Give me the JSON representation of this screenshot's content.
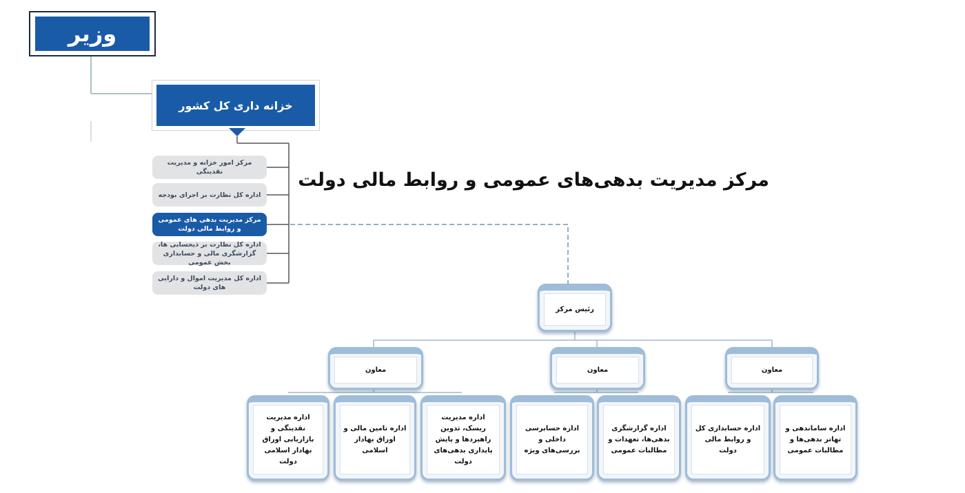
{
  "minister": {
    "label": "وزیر"
  },
  "treasury": {
    "label": "خزانه داری کل کشور"
  },
  "treasury_units": [
    {
      "label": "مرکز امور خزانه و مدیریت نقدینگی",
      "active": false
    },
    {
      "label": "اداره کل نظارت بر اجرای بودجه",
      "active": false
    },
    {
      "label": "مرکز مدیریت بدهی های عمومی و روابط مالی دولت",
      "active": true
    },
    {
      "label": "اداره کل نظارت بر ذیحسابی ها، گزارشگری مالی و حسابداری بخش عمومی",
      "active": false
    },
    {
      "label": "اداره کل مدیریت اموال و دارایی های دولت",
      "active": false
    }
  ],
  "center_title": "مرکز مدیریت بدهی‌های عمومی و روابط مالی دولت",
  "org_chart": {
    "head": "رئیس مرکز",
    "deputies": [
      "معاون",
      "معاون",
      "معاون"
    ],
    "departments": [
      "اداره مدیریت نقدینگی و بازاریابی اوراق بهادار اسلامی دولت",
      "اداره تامین مالی و اوراق بهادار اسلامی",
      "اداره مدیریت ریسک، تدوین راهبردها و پایش پایداری بدهی‌های دولت",
      "اداره حسابرسی داخلی و بررسی‌های ویژه",
      "اداره گزارشگری بدهی‌ها، تعهدات و مطالبات عمومی",
      "اداره حسابداری کل و روابط مالی دولت",
      "اداره ساماندهی و تهاتر بدهی‌ها و مطالبات عمومی"
    ]
  },
  "colors": {
    "primary_blue": "#1a5ba8",
    "pill_gray": "#e2e3e5",
    "box_border": "#9fbcd8",
    "connector": "#8fb0cc"
  }
}
